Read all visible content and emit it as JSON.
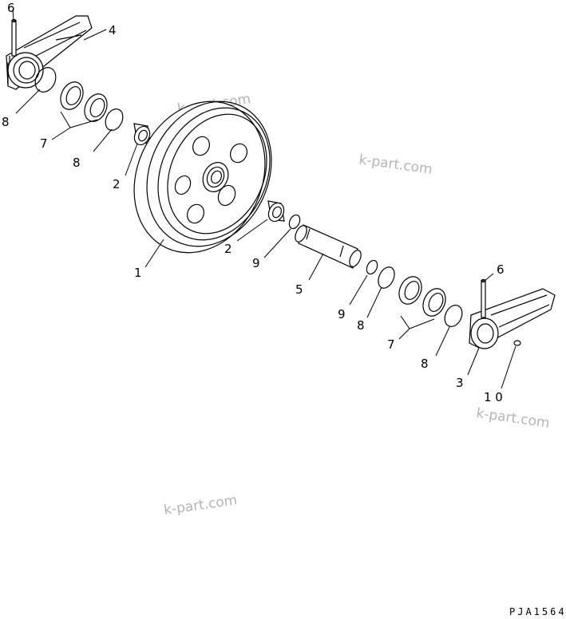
{
  "labels": [
    {
      "id": "6a",
      "text": "6"
    },
    {
      "id": "4",
      "text": "4"
    },
    {
      "id": "8a",
      "text": "8"
    },
    {
      "id": "7a",
      "text": "7"
    },
    {
      "id": "8b",
      "text": "8"
    },
    {
      "id": "2a",
      "text": "2"
    },
    {
      "id": "1",
      "text": "1"
    },
    {
      "id": "2b",
      "text": "2"
    },
    {
      "id": "9a",
      "text": "9"
    },
    {
      "id": "5",
      "text": "5"
    },
    {
      "id": "9b",
      "text": "9"
    },
    {
      "id": "8c",
      "text": "8"
    },
    {
      "id": "7b",
      "text": "7"
    },
    {
      "id": "8d",
      "text": "8"
    },
    {
      "id": "6b",
      "text": "6"
    },
    {
      "id": "3",
      "text": "3"
    },
    {
      "id": "10",
      "text": "1 0"
    }
  ],
  "watermarks": [
    "k-part.com",
    "k-part.com",
    "k-part.com",
    "k-part.com"
  ],
  "drawing_code": "PJA1564"
}
